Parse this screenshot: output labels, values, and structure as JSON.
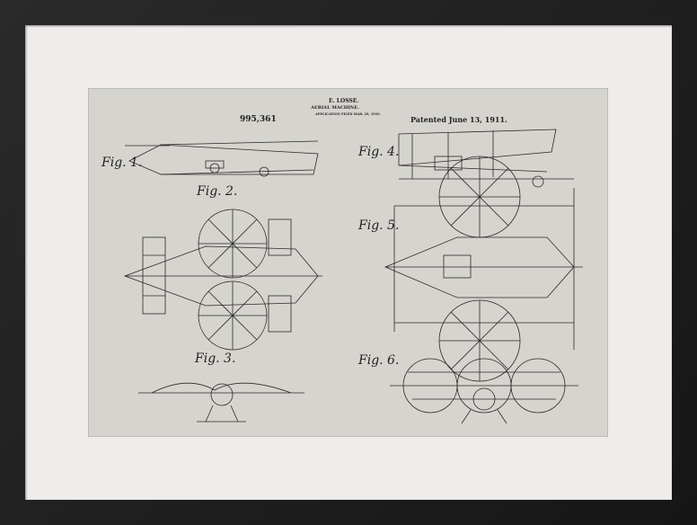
{
  "patent": {
    "inventor": "E. LOSSE.",
    "title": "AERIAL MACHINE.",
    "application": "APPLICATION FILED MAR. 29, 1910.",
    "number": "995,361",
    "patented": "Patented June 13, 1911."
  },
  "figures": [
    "Fig. 1.",
    "Fig. 2.",
    "Fig. 3.",
    "Fig. 4.",
    "Fig. 5.",
    "Fig. 6."
  ],
  "colors": {
    "frame": "#1c1c1c",
    "mat": "#efeceb",
    "paper": "#d6d4ce",
    "ink": "#2a2a2a"
  }
}
